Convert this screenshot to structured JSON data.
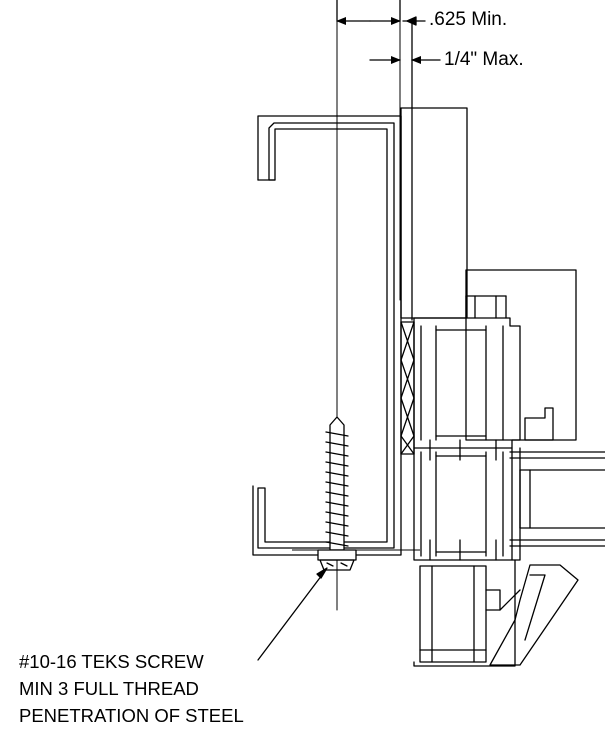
{
  "dimensions": {
    "frame_setback": ".625 Min.",
    "max_gap": "1/4\" Max."
  },
  "screw_note": {
    "line1": "#10-16 TEKS SCREW",
    "line2": "MIN 3 FULL THREAD",
    "line3": "PENETRATION OF STEEL"
  },
  "colors": {
    "line": "#000000",
    "background": "#ffffff"
  }
}
